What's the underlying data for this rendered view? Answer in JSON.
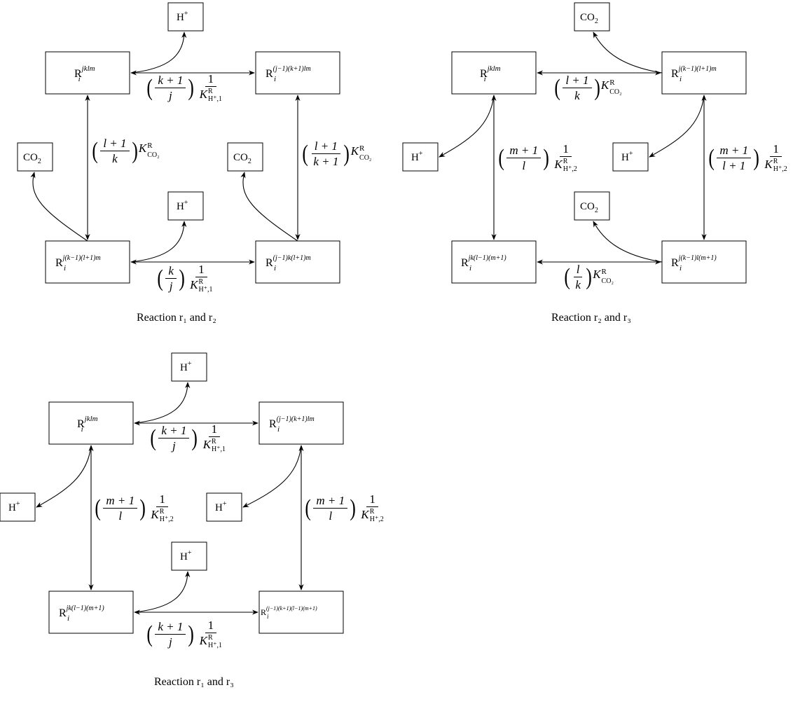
{
  "captions": {
    "d1": "Reaction r₁ and r₂",
    "d2": "Reaction r₂ and r₃",
    "d3": "Reaction r₁ and r₃"
  },
  "nodes": {
    "d1_jklm": {
      "base": "R",
      "sub": "i",
      "sup": "jklm"
    },
    "d1_jm1k1lm": {
      "base": "R",
      "sub": "i",
      "sup": "(j−1)(k+1)lm"
    },
    "d1_jkm1l1m": {
      "base": "R",
      "sub": "i",
      "sup": "j(k−1)(l+1)m"
    },
    "d1_jm1kl1m": {
      "base": "R",
      "sub": "i",
      "sup": "(j−1)k(l+1)m"
    },
    "d2_jklm": {
      "base": "R",
      "sub": "i",
      "sup": "jklm"
    },
    "d2_jkm1l1m": {
      "base": "R",
      "sub": "i",
      "sup": "j(k−1)(l+1)m"
    },
    "d2_jkl1m1": {
      "base": "R",
      "sub": "i",
      "sup": "jk(l−1)(m+1)"
    },
    "d2_jkm1lm1": {
      "base": "R",
      "sub": "i",
      "sup": "j(k−1)l(m+1)"
    },
    "d3_jklm": {
      "base": "R",
      "sub": "i",
      "sup": "jklm"
    },
    "d3_jm1k1lm": {
      "base": "R",
      "sub": "i",
      "sup": "(j−1)(k+1)lm"
    },
    "d3_jkl1m1": {
      "base": "R",
      "sub": "i",
      "sup": "jk(l−1)(m+1)"
    },
    "d3_all": {
      "base": "R",
      "sub": "i",
      "sup": "(j−1)(k+1)(l−1)(m+1)"
    }
  },
  "species": {
    "h_plus": {
      "base": "H",
      "sup": "+"
    },
    "co2": {
      "base": "CO",
      "sub": "2"
    }
  },
  "rates": {
    "d1_top": {
      "num": "k + 1",
      "den": "j",
      "kfrac": true,
      "ksup": "R",
      "ksub": "H⁺,1"
    },
    "d1_bottom": {
      "num": "k",
      "den": "j",
      "kfrac": true,
      "ksup": "R",
      "ksub": "H⁺,1"
    },
    "d1_left": {
      "num": "l + 1",
      "den": "k",
      "kfrac": false,
      "ksup": "R",
      "ksub": "CO₂"
    },
    "d1_right": {
      "num": "l + 1",
      "den": "k + 1",
      "kfrac": false,
      "ksup": "R",
      "ksub": "CO₂"
    },
    "d2_top": {
      "num": "l + 1",
      "den": "k",
      "kfrac": false,
      "ksup": "R",
      "ksub": "CO₂"
    },
    "d2_bottom": {
      "num": "l",
      "den": "k",
      "kfrac": false,
      "ksup": "R",
      "ksub": "CO₂"
    },
    "d2_left": {
      "num": "m + 1",
      "den": "l",
      "kfrac": true,
      "ksup": "R",
      "ksub": "H⁺,2"
    },
    "d2_right": {
      "num": "m + 1",
      "den": "l + 1",
      "kfrac": true,
      "ksup": "R",
      "ksub": "H⁺,2"
    },
    "d3_top": {
      "num": "k + 1",
      "den": "j",
      "kfrac": true,
      "ksup": "R",
      "ksub": "H⁺,1"
    },
    "d3_bottom": {
      "num": "k + 1",
      "den": "j",
      "kfrac": true,
      "ksup": "R",
      "ksub": "H⁺,1"
    },
    "d3_left": {
      "num": "m + 1",
      "den": "l",
      "kfrac": true,
      "ksup": "R",
      "ksub": "H⁺,2"
    },
    "d3_right": {
      "num": "m + 1",
      "den": "l",
      "kfrac": true,
      "ksup": "R",
      "ksub": "H⁺,2"
    }
  },
  "rate_one": "1",
  "k_symbol": "K"
}
